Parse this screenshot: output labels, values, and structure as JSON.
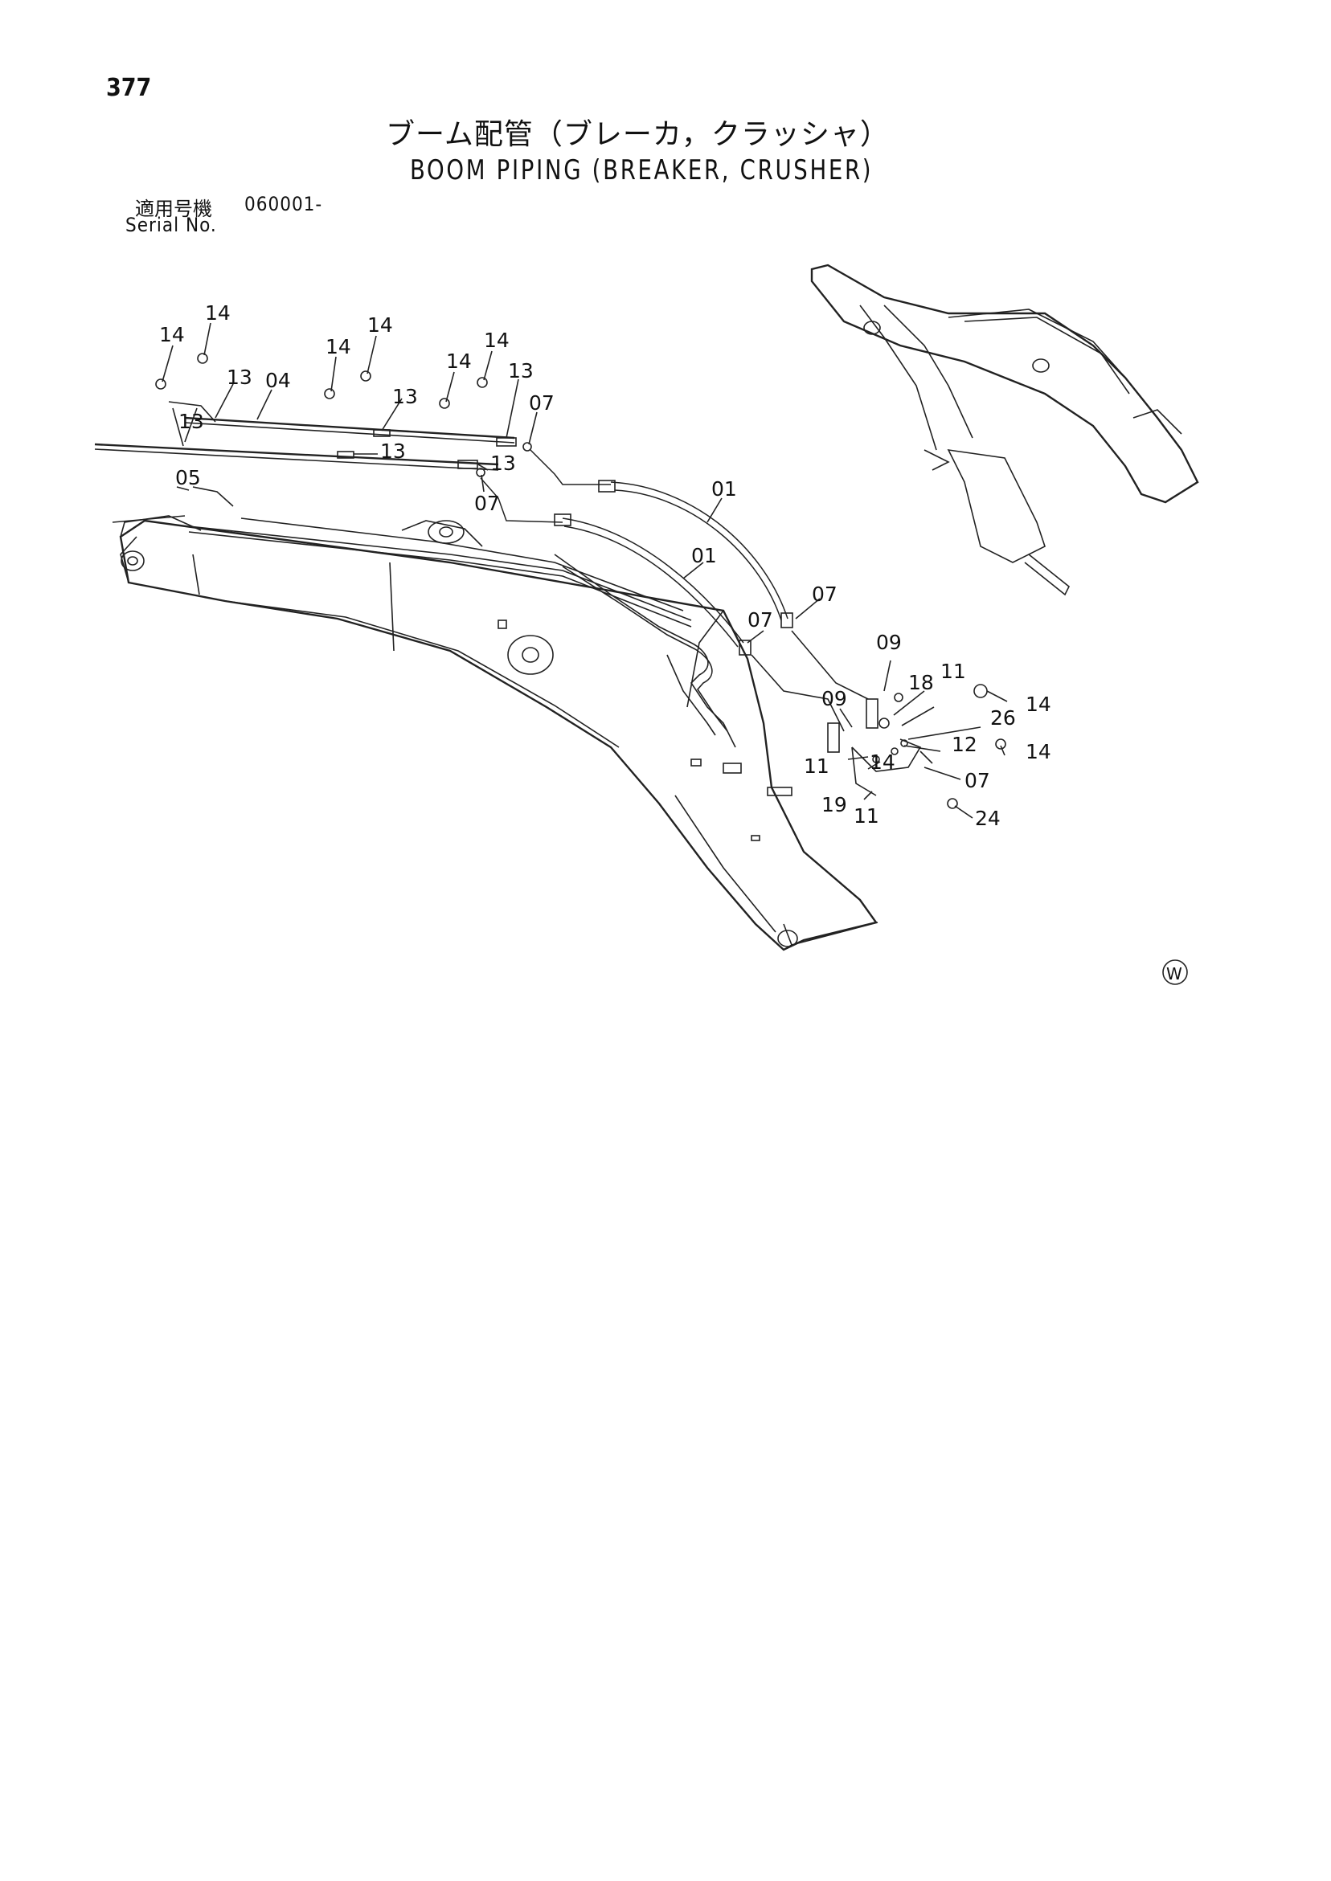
{
  "page_number": "377",
  "title_jp": "ブーム配管（ブレーカ，クラッシャ）",
  "title_en": "BOOM PIPING (BREAKER, CRUSHER)",
  "serial": {
    "label_jp": "適用号機",
    "value": "060001-",
    "label_en": "Serial No."
  },
  "symbol": "Ⓦ",
  "callouts": {
    "c01": "14",
    "c02": "14",
    "c03": "14",
    "c04": "14",
    "c05": "14",
    "c06": "14",
    "c07": "13",
    "c08": "04",
    "c09": "13",
    "c10": "13",
    "c11": "07",
    "c12": "13",
    "c13": "13",
    "c14": "13",
    "c15": "05",
    "c16": "07",
    "c17": "01",
    "c18": "01",
    "c19": "07",
    "c20": "07",
    "c21": "09",
    "c22": "18",
    "c23": "11",
    "c24": "14",
    "c25": "09",
    "c26": "26",
    "c27": "12",
    "c28": "14",
    "c29": "11",
    "c30": "14",
    "c31": "07",
    "c32": "19",
    "c33": "11",
    "c34": "24"
  }
}
